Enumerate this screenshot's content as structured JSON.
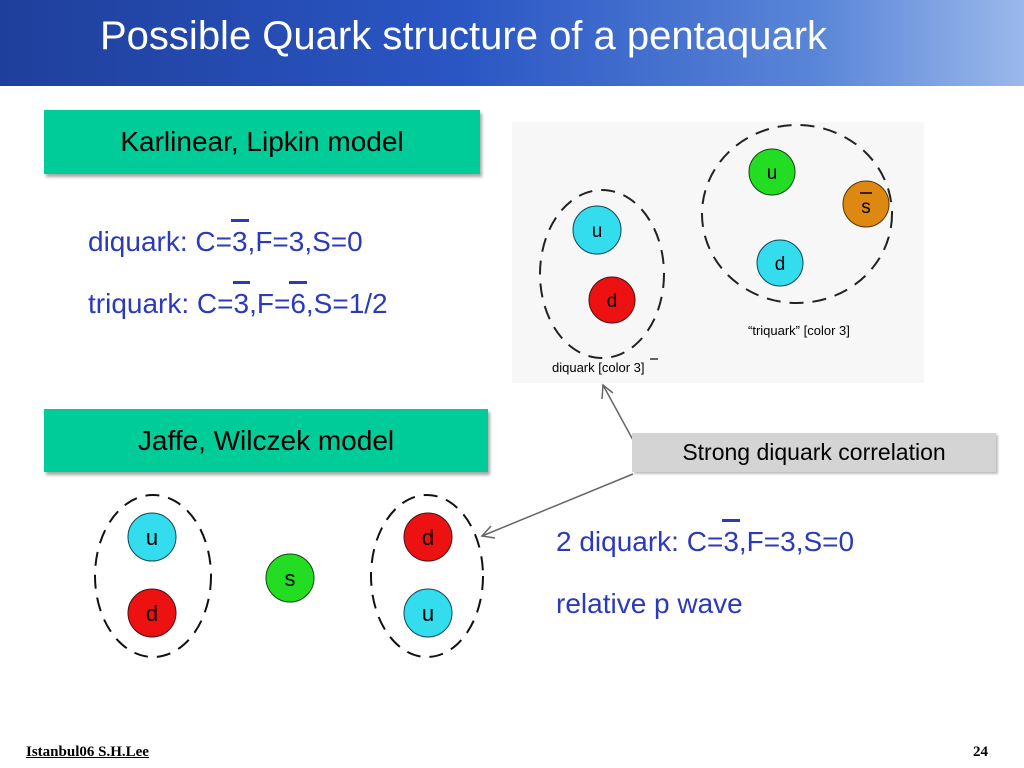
{
  "slide": {
    "title": "Possible Quark structure of a pentaquark",
    "footer_left": "Istanbul06 S.H.Lee",
    "page_number": "24"
  },
  "karlinear": {
    "label": "Karlinear, Lipkin model",
    "diquark": {
      "prefix": "diquark: C=",
      "c": "3",
      "rest": ",F=3,S=0"
    },
    "triquark": {
      "prefix": "triquark: C=",
      "c": "3",
      "mid": ",F=",
      "f": "6",
      "rest": ",S=1/2"
    }
  },
  "figure": {
    "triquark_quarks": [
      "u",
      "s",
      "d"
    ],
    "triquark_caption": "“triquark” [color 3]",
    "diquark_quarks": [
      "u",
      "d"
    ],
    "diquark_caption_prefix": "diquark [color ",
    "diquark_caption_c": "3",
    "diquark_caption_suffix": "]"
  },
  "callout": "Strong diquark correlation",
  "jaffe": {
    "label": "Jaffe, Wilczek model",
    "left_diquark": [
      "u",
      "d"
    ],
    "middle": "s",
    "right_diquark": [
      "d",
      "u"
    ],
    "formula": {
      "prefix": "2 diquark: C=",
      "c": "3",
      "rest": ",F=3,S=0"
    },
    "wave": "relative p wave"
  },
  "colors": {
    "title_bar": "#2a56c4",
    "model_box": "#00cc99",
    "formula_text": "#2b3ab8",
    "quark_u": "#33ddee",
    "quark_d": "#ee1111",
    "quark_s": "#22dd22",
    "quark_sbar": "#dd8811"
  }
}
